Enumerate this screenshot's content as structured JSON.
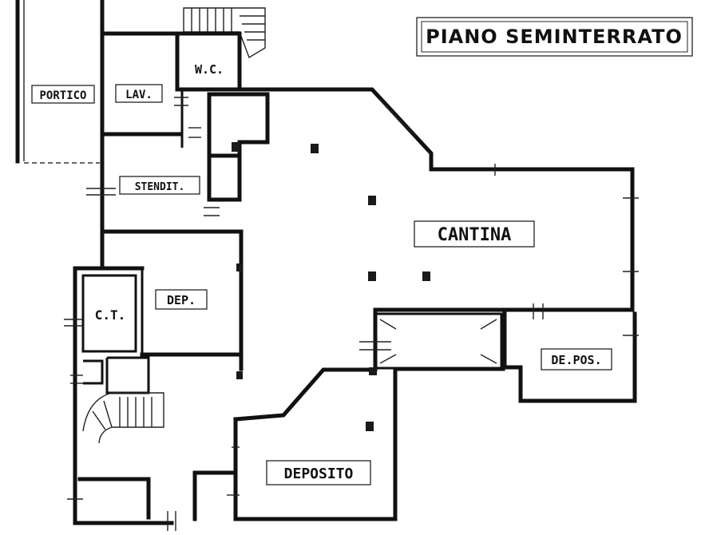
{
  "title": "PIANO SEMINTERRATO",
  "rooms": {
    "portico": "PORTICO",
    "lav": "LAV.",
    "wc": "W.C.",
    "stendit": "STENDIT.",
    "cantina": "CANTINA",
    "dep": "DEP.",
    "ct": "C.T.",
    "depos": "DE.POS.",
    "deposito": "DEPOSITO"
  }
}
